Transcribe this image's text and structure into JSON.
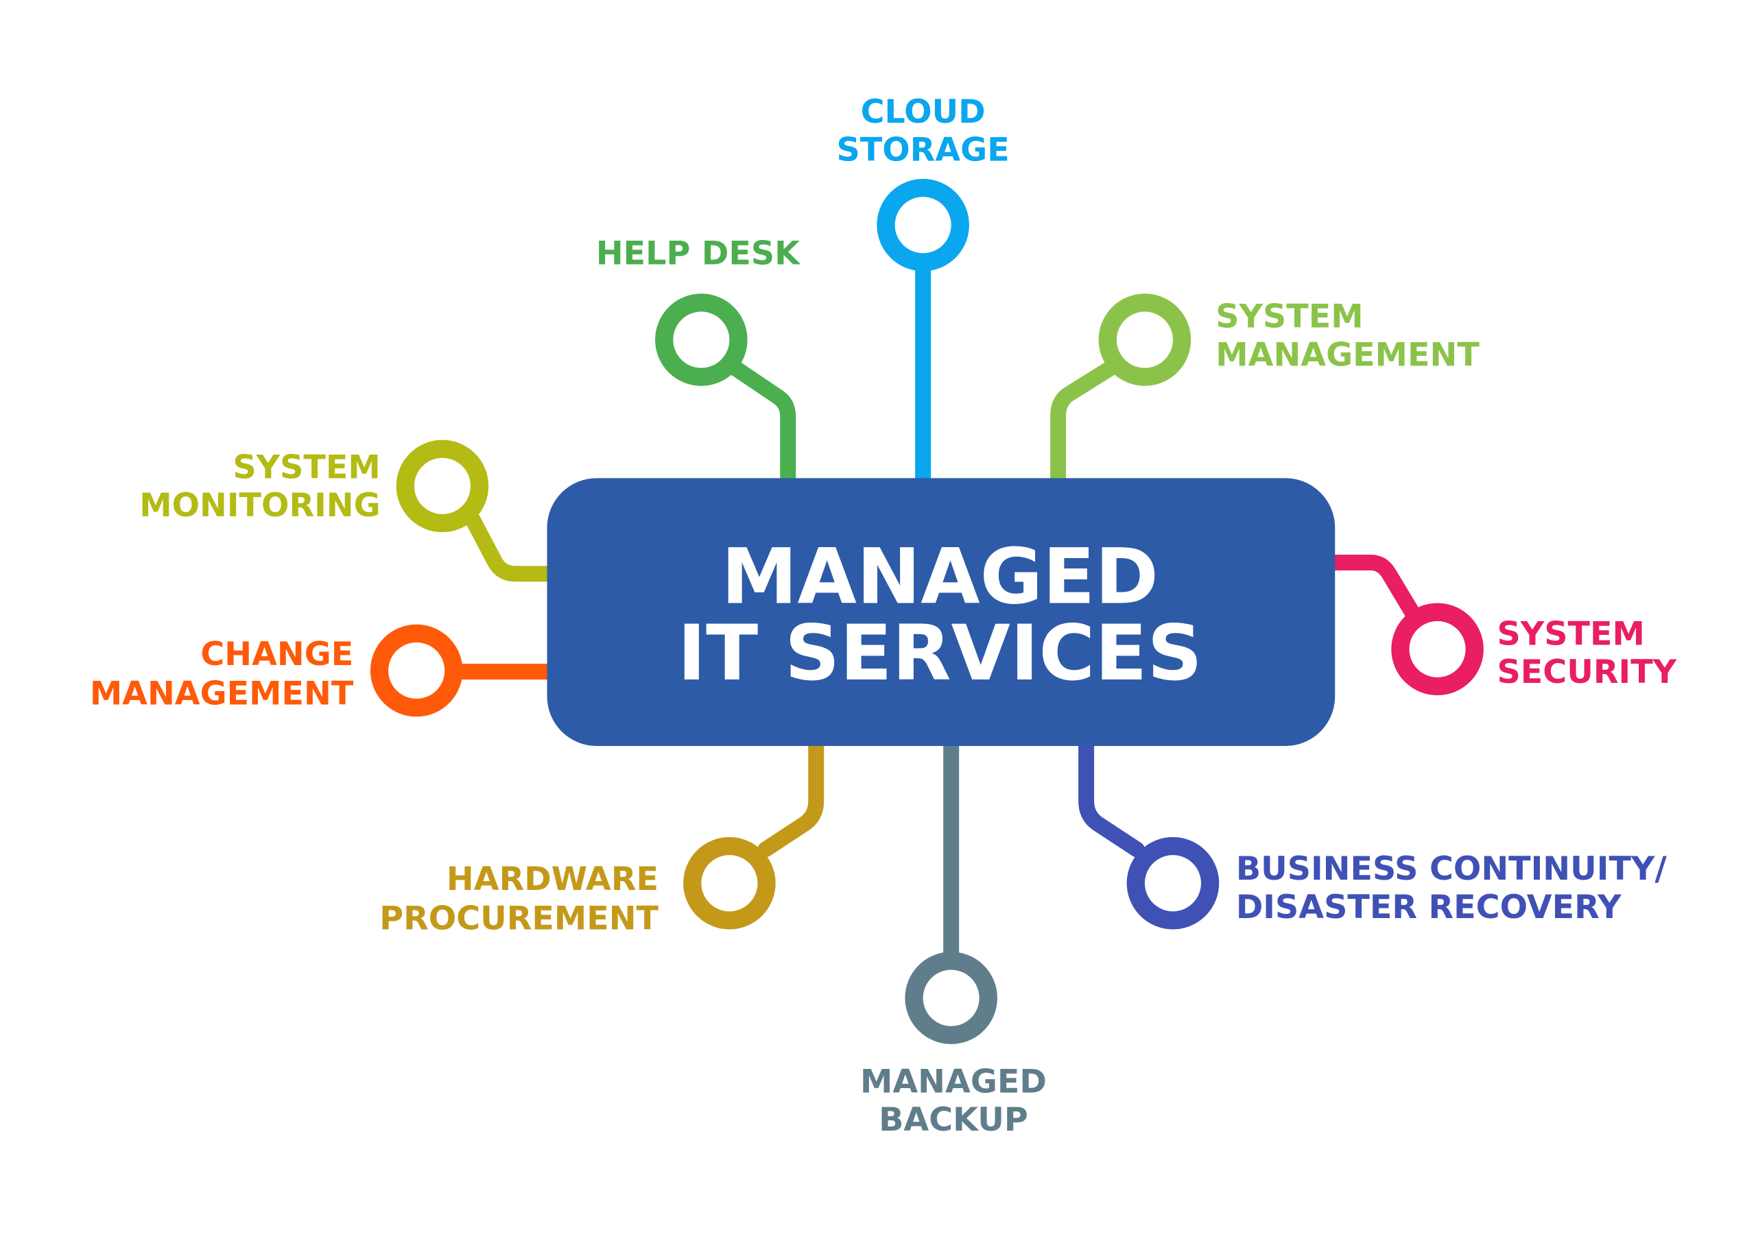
{
  "center": {
    "line1": "MANAGED",
    "line2": "IT SERVICES",
    "color": "#2d5ba8"
  },
  "nodes": {
    "cloud_storage": {
      "line1": "CLOUD",
      "line2": "STORAGE",
      "color": "#0aa6ee"
    },
    "help_desk": {
      "line1": "HELP DESK",
      "color": "#4bae4f"
    },
    "system_management": {
      "line1": "SYSTEM",
      "line2": "MANAGEMENT",
      "color": "#8bc34a"
    },
    "system_monitoring": {
      "line1": "SYSTEM",
      "line2": "MONITORING",
      "color": "#b3bb14"
    },
    "change_management": {
      "line1": "CHANGE",
      "line2": "MANAGEMENT",
      "color": "#ff5a0a"
    },
    "system_security": {
      "line1": "SYSTEM",
      "line2": "SECURITY",
      "color": "#e91e63"
    },
    "hardware_procurement": {
      "line1": "HARDWARE",
      "line2": "PROCUREMENT",
      "color": "#c4991a"
    },
    "managed_backup": {
      "line1": "MANAGED",
      "line2": "BACKUP",
      "color": "#607d8b"
    },
    "business_continuity": {
      "line1": "BUSINESS CONTINUITY/",
      "line2": "DISASTER RECOVERY",
      "color": "#3f51b5"
    }
  }
}
